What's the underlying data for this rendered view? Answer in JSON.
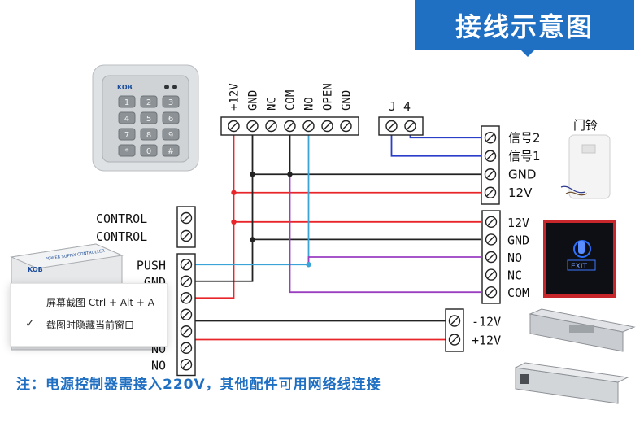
{
  "banner": {
    "title": "接线示意图",
    "color": "#1f6fc2"
  },
  "top_terminal": {
    "labels": [
      "+12V",
      "GND",
      "NC",
      "COM",
      "NO",
      "OPEN",
      "GND"
    ]
  },
  "j4": {
    "label": "J 4"
  },
  "bell": {
    "caption": "门铃",
    "terminals": [
      "信号2",
      "信号1",
      "GND",
      "12V"
    ]
  },
  "control_terminal": {
    "labels": [
      "CONTROL",
      "CONTROL"
    ]
  },
  "power_terminal": {
    "labels": [
      "PUSH",
      "GND",
      "",
      "",
      "",
      "NO",
      "NO"
    ]
  },
  "exit_terminal": {
    "labels": [
      "12V",
      "GND",
      "NO",
      "NC",
      "COM"
    ]
  },
  "lock_terminal": {
    "labels": [
      "-12V",
      "+12V"
    ]
  },
  "exit_button": {
    "text": "EXIT"
  },
  "psu_label": {
    "text": "POWER SUPPLY CONTROLLER",
    "brand": "KOB"
  },
  "keypad": {
    "brand": "KOB",
    "keys": [
      "1",
      "2",
      "3",
      "4",
      "5",
      "6",
      "7",
      "8",
      "9",
      "*",
      "0",
      "#"
    ]
  },
  "note": {
    "text": "注：电源控制器需接入220V，其他配件可用网络线连接"
  },
  "popup": {
    "items": [
      {
        "label": "屏幕截图 Ctrl + Alt + A",
        "checked": false
      },
      {
        "label": "截图时隐藏当前窗口",
        "checked": true
      }
    ]
  },
  "wire_colors": {
    "red": "#e8262a",
    "black": "#222222",
    "blue": "#3aa3d8",
    "purple": "#9a3fc0",
    "navy": "#2b3ec9"
  }
}
